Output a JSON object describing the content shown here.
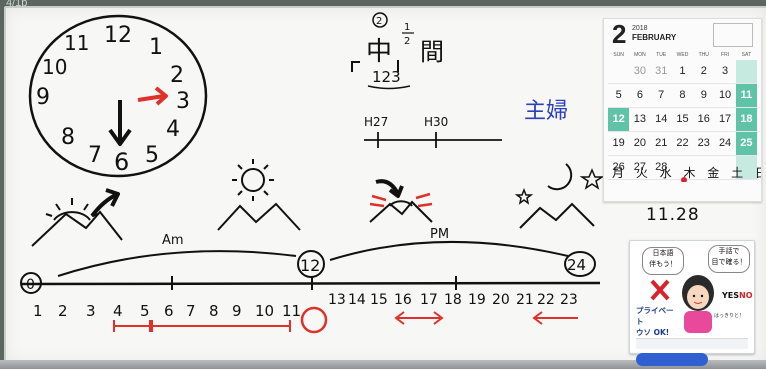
{
  "corner_label": "4/1b",
  "clock": {
    "numbers": [
      "12",
      "1",
      "2",
      "3",
      "4",
      "5",
      "6",
      "7",
      "8",
      "9",
      "10",
      "11"
    ]
  },
  "kanji_notes": {
    "circle_num": "2",
    "word_left": "中",
    "word_right_top": "1",
    "word_right_bottom": "2",
    "word_right_char": "間",
    "digits": "123"
  },
  "year_line": {
    "left": "H27",
    "right": "H30"
  },
  "side_word": "主婦",
  "timeline": {
    "am_label": "Am",
    "pm_label": "PM",
    "start": "0",
    "noon": "12",
    "end": "24",
    "am_hours": [
      "1",
      "2",
      "3",
      "4",
      "5",
      "6",
      "7",
      "8",
      "9",
      "10",
      "11"
    ],
    "pm_hours": [
      "13",
      "14",
      "15",
      "16",
      "17",
      "18",
      "19",
      "20",
      "21",
      "22",
      "23"
    ]
  },
  "calendar": {
    "month_num": "2",
    "year": "2018",
    "month_name": "FEBRUARY",
    "dow": [
      "SUN",
      "MON",
      "TUE",
      "WED",
      "THU",
      "FRI",
      "SAT"
    ],
    "weeks": [
      [
        "",
        "30",
        "31",
        "1",
        "2",
        "3",
        ""
      ],
      [
        "5",
        "6",
        "7",
        "8",
        "9",
        "10",
        "11"
      ],
      [
        "12",
        "13",
        "14",
        "15",
        "16",
        "17",
        "18"
      ],
      [
        "19",
        "20",
        "21",
        "22",
        "23",
        "24",
        "25"
      ],
      [
        "26",
        "27",
        "28",
        "",
        "",
        "",
        ""
      ]
    ],
    "handwritten_row": "月 火 水 木 金 土 日",
    "colors": {
      "green": "#5fc3a7",
      "pale": "#c6eadf"
    }
  },
  "date_note": "11.28",
  "card": {
    "bubble_left_1": "日本語",
    "bubble_left_2": "伴もう！",
    "bubble_right_1": "手話で",
    "bubble_right_2": "目で確る！",
    "yes": "YES",
    "no": "NO",
    "bottom_left_1": "プライベート",
    "bottom_left_2": "ウソ OK!",
    "bottom_right": "はっきりと！"
  }
}
